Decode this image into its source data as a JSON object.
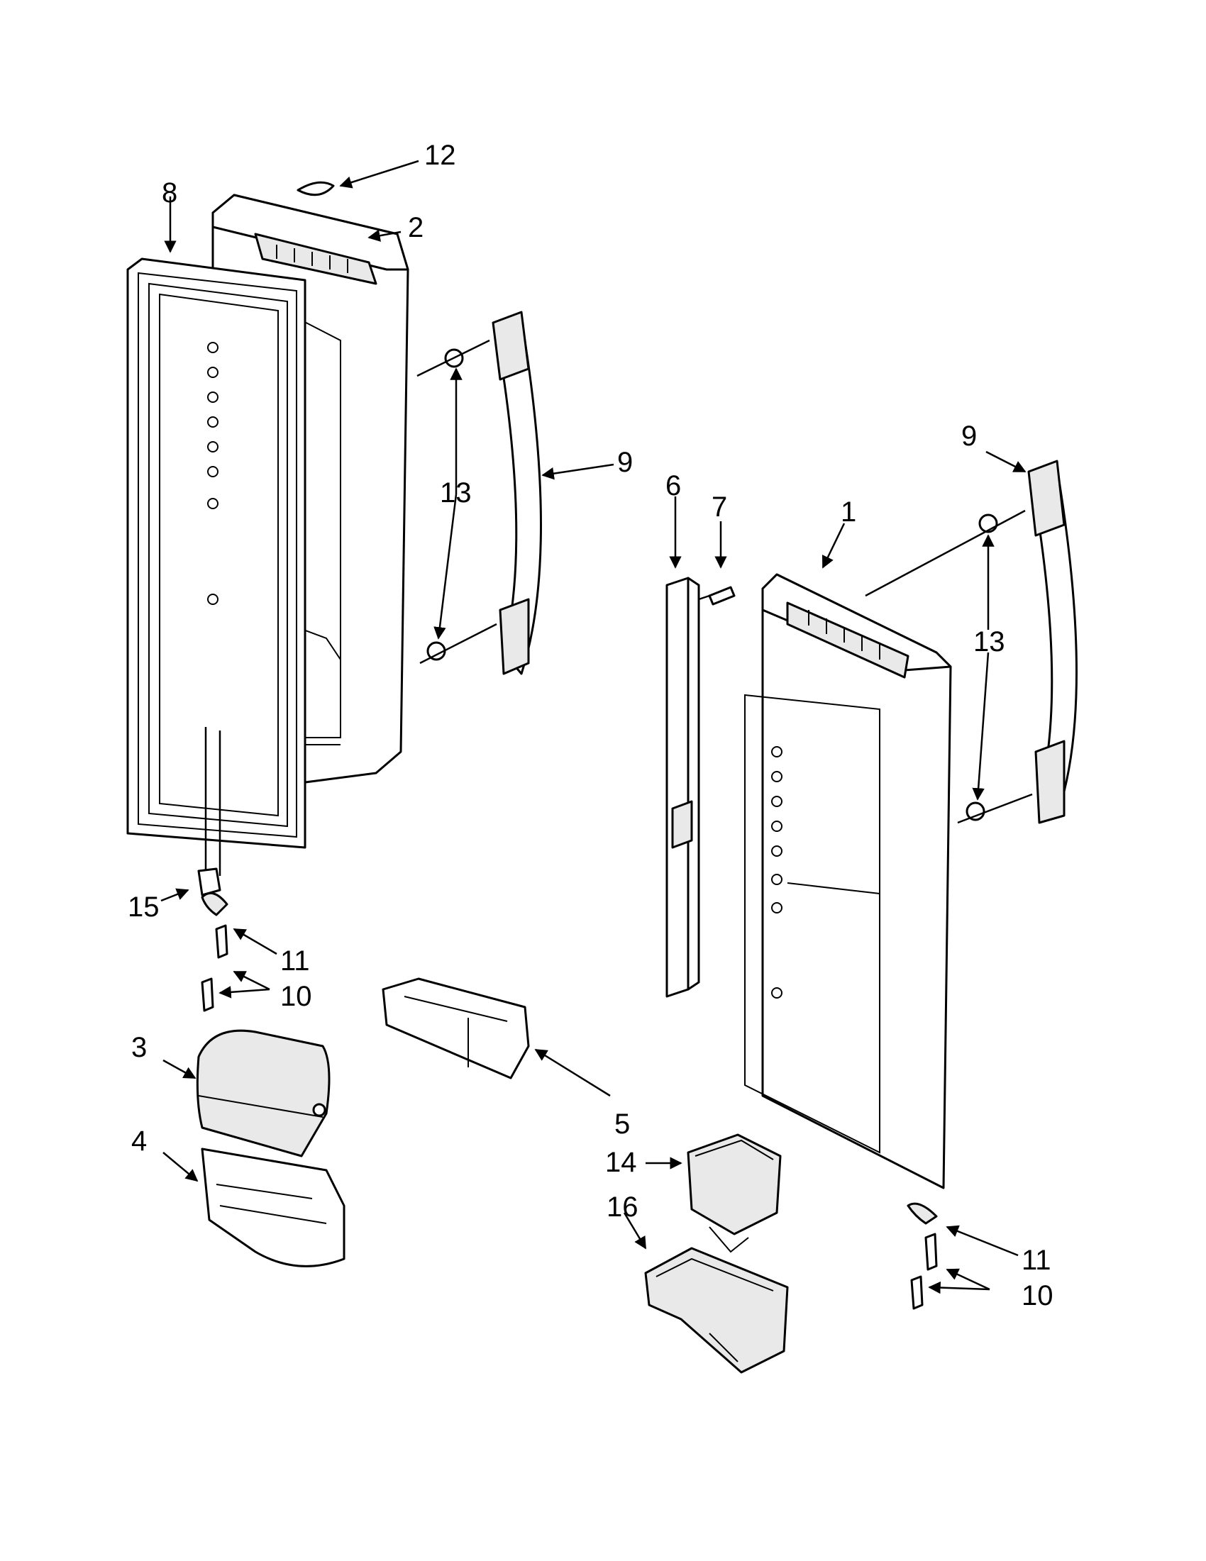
{
  "colors": {
    "line": "#000000",
    "background": "#ffffff",
    "shade": "#e9e9e9"
  },
  "callouts": {
    "c1": "1",
    "c2": "2",
    "c3": "3",
    "c4": "4",
    "c5": "5",
    "c6": "6",
    "c7": "7",
    "c8": "8",
    "c9a": "9",
    "c9b": "9",
    "c10a": "10",
    "c10b": "10",
    "c11a": "11",
    "c11b": "11",
    "c12": "12",
    "c13a": "13",
    "c13b": "13",
    "c14": "14",
    "c15": "15",
    "c16": "16"
  }
}
